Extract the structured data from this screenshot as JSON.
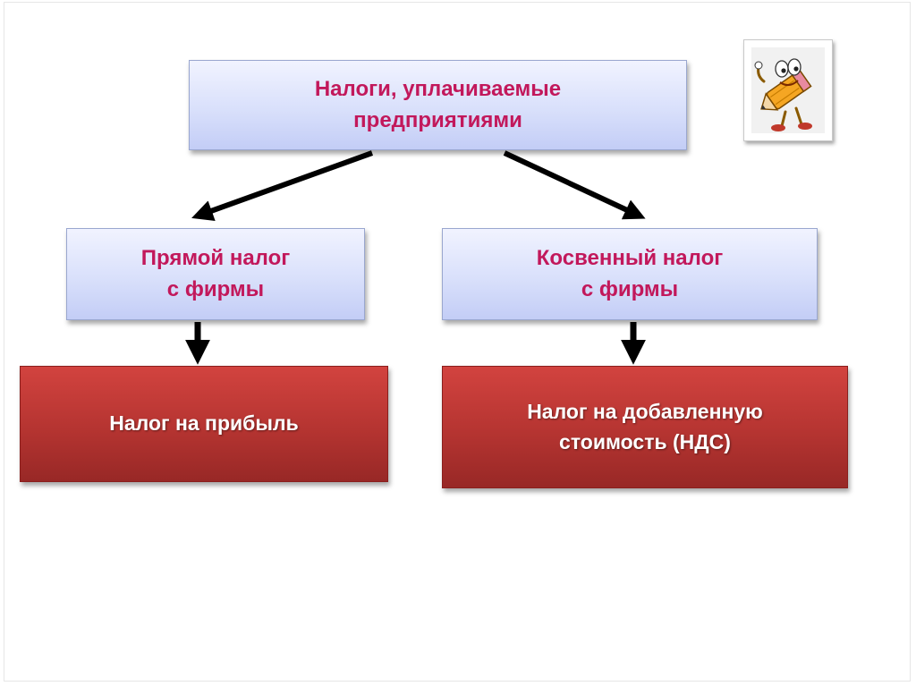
{
  "diagram": {
    "root": {
      "label": "Налоги, уплачиваемые\nпредприятиями"
    },
    "left_branch": {
      "label": "Прямой налог\nс фирмы",
      "child": {
        "label": "Налог на прибыль"
      }
    },
    "right_branch": {
      "label": "Косвенный налог\nс фирмы",
      "child": {
        "label": "Налог на добавленную\nстоимость (НДС)"
      }
    }
  },
  "decoration": {
    "icon": "pencil-character-icon"
  },
  "colors": {
    "blue_box_text": "#c2185b",
    "red_box_fill": "#b53431",
    "arrow": "#000000"
  }
}
